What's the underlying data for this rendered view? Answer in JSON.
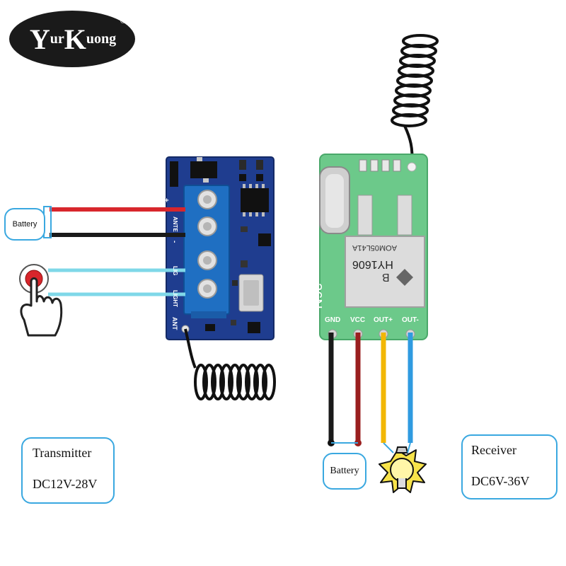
{
  "logo": {
    "letter_y": "Y",
    "small_1": "ur",
    "letter_k": "K",
    "small_2": "uong",
    "registered": "®"
  },
  "transmitter": {
    "title": "Transmitter",
    "voltage": "DC12V-28V",
    "battery_label": "Battery",
    "pins": [
      "+",
      "ANTE",
      "-",
      "LIG",
      "LIGHT"
    ],
    "ant_label": "ANT"
  },
  "receiver": {
    "title": "Receiver",
    "voltage": "DC6V-36V",
    "battery_label": "Battery",
    "board_mark": "36N",
    "chip_line1": "HY1606",
    "chip_line2": "AOM05L41A",
    "chip_letter": "B",
    "pins": [
      "GND",
      "VCC",
      "OUT+",
      "OUT-"
    ]
  },
  "colors": {
    "logo_bg": "#1a1a1a",
    "transmitter_pcb": "#1f3d8f",
    "terminal_block": "#1f6fc2",
    "receiver_pcb": "#6cc98a",
    "label_border": "#3aa8e0",
    "wire_red": "#d8262c",
    "wire_black": "#1a1a1a",
    "wire_cyan": "#7fd8e8",
    "wire_brown": "#9a1f1f",
    "wire_yellow": "#f2b705",
    "wire_blue": "#2f9be0",
    "antenna": "#111111"
  }
}
